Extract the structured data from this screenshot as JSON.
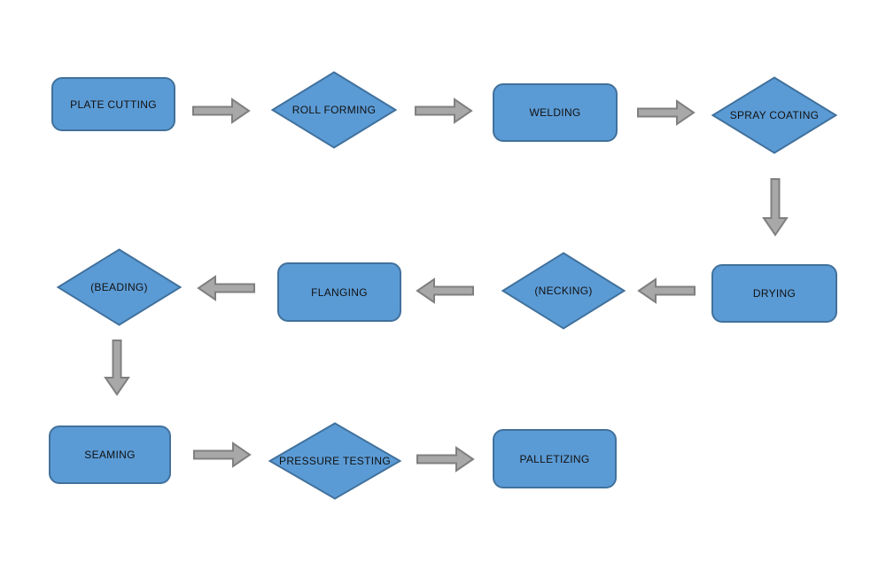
{
  "diagram": {
    "type": "flowchart",
    "background": "#ffffff",
    "colors": {
      "node_fill": "#5b9bd5",
      "node_border": "#41719c",
      "arrow_fill": "#a8a8a8",
      "arrow_border": "#7f7f7f",
      "text": "#111111"
    },
    "nodes": [
      {
        "id": "plate-cutting",
        "label": "PLATE CUTTING",
        "shape": "rounded-rect"
      },
      {
        "id": "roll-forming",
        "label": "ROLL FORMING",
        "shape": "diamond"
      },
      {
        "id": "welding",
        "label": "WELDING",
        "shape": "rounded-rect"
      },
      {
        "id": "spray-coating",
        "label": "SPRAY COATING",
        "shape": "diamond"
      },
      {
        "id": "drying",
        "label": "DRYING",
        "shape": "rounded-rect"
      },
      {
        "id": "necking",
        "label": "(NECKING)",
        "shape": "diamond"
      },
      {
        "id": "flanging",
        "label": "FLANGING",
        "shape": "rounded-rect"
      },
      {
        "id": "beading",
        "label": "(BEADING)",
        "shape": "diamond"
      },
      {
        "id": "seaming",
        "label": "SEAMING",
        "shape": "rounded-rect"
      },
      {
        "id": "pressure-testing",
        "label": "PRESSURE TESTING",
        "shape": "diamond"
      },
      {
        "id": "palletizing",
        "label": "PALLETIZING",
        "shape": "rounded-rect"
      }
    ],
    "edges": [
      {
        "from": "plate-cutting",
        "to": "roll-forming",
        "direction": "right"
      },
      {
        "from": "roll-forming",
        "to": "welding",
        "direction": "right"
      },
      {
        "from": "welding",
        "to": "spray-coating",
        "direction": "right"
      },
      {
        "from": "spray-coating",
        "to": "drying",
        "direction": "down"
      },
      {
        "from": "drying",
        "to": "necking",
        "direction": "left"
      },
      {
        "from": "necking",
        "to": "flanging",
        "direction": "left"
      },
      {
        "from": "flanging",
        "to": "beading",
        "direction": "left"
      },
      {
        "from": "beading",
        "to": "seaming",
        "direction": "down"
      },
      {
        "from": "seaming",
        "to": "pressure-testing",
        "direction": "right"
      },
      {
        "from": "pressure-testing",
        "to": "palletizing",
        "direction": "right"
      }
    ]
  }
}
